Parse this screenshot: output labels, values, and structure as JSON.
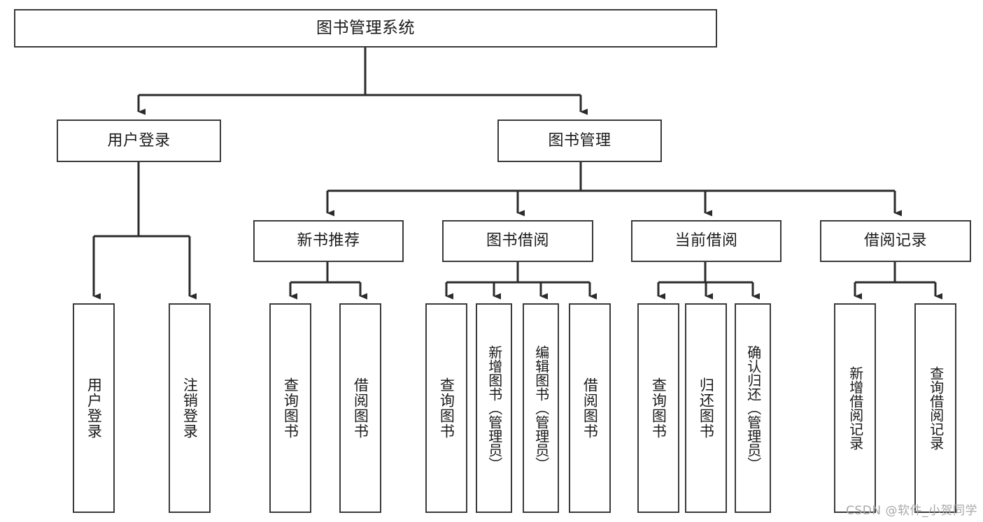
{
  "diagram": {
    "type": "tree-hierarchy",
    "title": "图书管理系统",
    "watermark": "CSDN @软件_小贺同学",
    "colors": {
      "box_border": "#3a3a3a",
      "box_fill": "#ffffff",
      "connector": "#2b2b2b",
      "text": "#1a1a1a",
      "watermark": "#a8a8a8",
      "background": "#ffffff"
    },
    "nodes": {
      "root": {
        "label": "图书管理系统"
      },
      "level2": [
        {
          "id": "user-login",
          "label": "用户登录"
        },
        {
          "id": "book-management",
          "label": "图书管理"
        }
      ],
      "level3": [
        {
          "id": "new-book-recommend",
          "label": "新书推荐"
        },
        {
          "id": "book-borrow",
          "label": "图书借阅"
        },
        {
          "id": "current-borrow",
          "label": "当前借阅"
        },
        {
          "id": "borrow-record",
          "label": "借阅记录"
        }
      ],
      "leaves": {
        "user_login": [
          {
            "id": "leaf-user-login",
            "label": "用户登录"
          },
          {
            "id": "leaf-user-logout",
            "label": "注销登录"
          }
        ],
        "new_book_recommend": [
          {
            "id": "leaf-query-book-1",
            "label": "查询图书"
          },
          {
            "id": "leaf-borrow-book-1",
            "label": "借阅图书"
          }
        ],
        "book_borrow": [
          {
            "id": "leaf-query-book-2",
            "label": "查询图书"
          },
          {
            "id": "leaf-add-book",
            "label": "新增图书（管理员）"
          },
          {
            "id": "leaf-edit-book",
            "label": "编辑图书（管理员）"
          },
          {
            "id": "leaf-borrow-book-2",
            "label": "借阅图书"
          }
        ],
        "current_borrow": [
          {
            "id": "leaf-query-book-3",
            "label": "查询图书"
          },
          {
            "id": "leaf-return-book",
            "label": "归还图书"
          },
          {
            "id": "leaf-confirm-return",
            "label": "确认归还（管理员）"
          }
        ],
        "borrow_record": [
          {
            "id": "leaf-add-record",
            "label": "新增借阅记录"
          },
          {
            "id": "leaf-query-record",
            "label": "查询借阅记录"
          }
        ]
      }
    }
  }
}
